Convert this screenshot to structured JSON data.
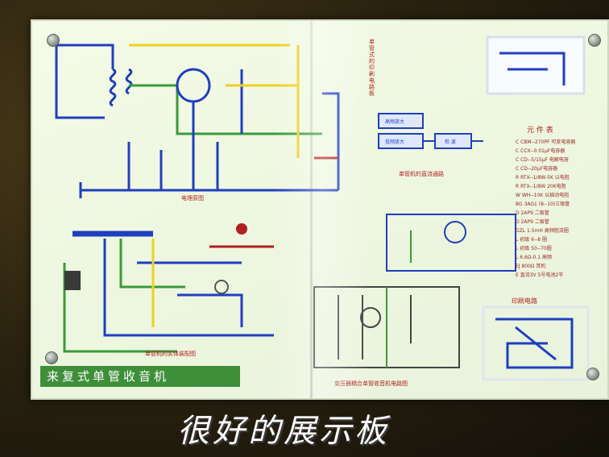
{
  "board": {
    "title": "来复式单管收音机",
    "schematic_label": "电理原图",
    "layout_label": "单管机的实体装配图",
    "dc_path_label": "单管机的直流通路",
    "transformer_label": "变压器耦合单管收音机电路图",
    "pcb_label": "印刷电路",
    "pcb_vertical_label": "单管式的印刷电路板",
    "parts_title": "元 件 表",
    "parts": [
      "C  CBM--270PF 可变电容器",
      "C  CCX--0.01μF电容器",
      "C  CD--5/15μF 电解电容",
      "C  CD--20μF电容器",
      "R  RTX--1/8W-5K 以电阻",
      "R  RTX--1/8W 20K电阻",
      "W  WH--10K 以插动电阻",
      "BG  3AG1 (8--10)三极管",
      "D  2AP9 二极管",
      "D  2AP9 二极管",
      "GZL  1.5mH 高频阻流圈",
      "L  初级 6--8 圈",
      "L  初级 50--70圈",
      "L  6.6Ω-0.1  高频",
      "EJ  800Ω 耳机",
      "E  直流3V  5号电池2节"
    ],
    "block_labels": [
      "高频放大",
      "检 波",
      "低频放大"
    ]
  },
  "caption": "很好的展示板",
  "colors": {
    "wire_blue": "#1f3fbf",
    "wire_yellow": "#f0d020",
    "wire_green": "#3a9a3a",
    "label_red": "#b02020",
    "title_green": "#3f8f3a"
  }
}
